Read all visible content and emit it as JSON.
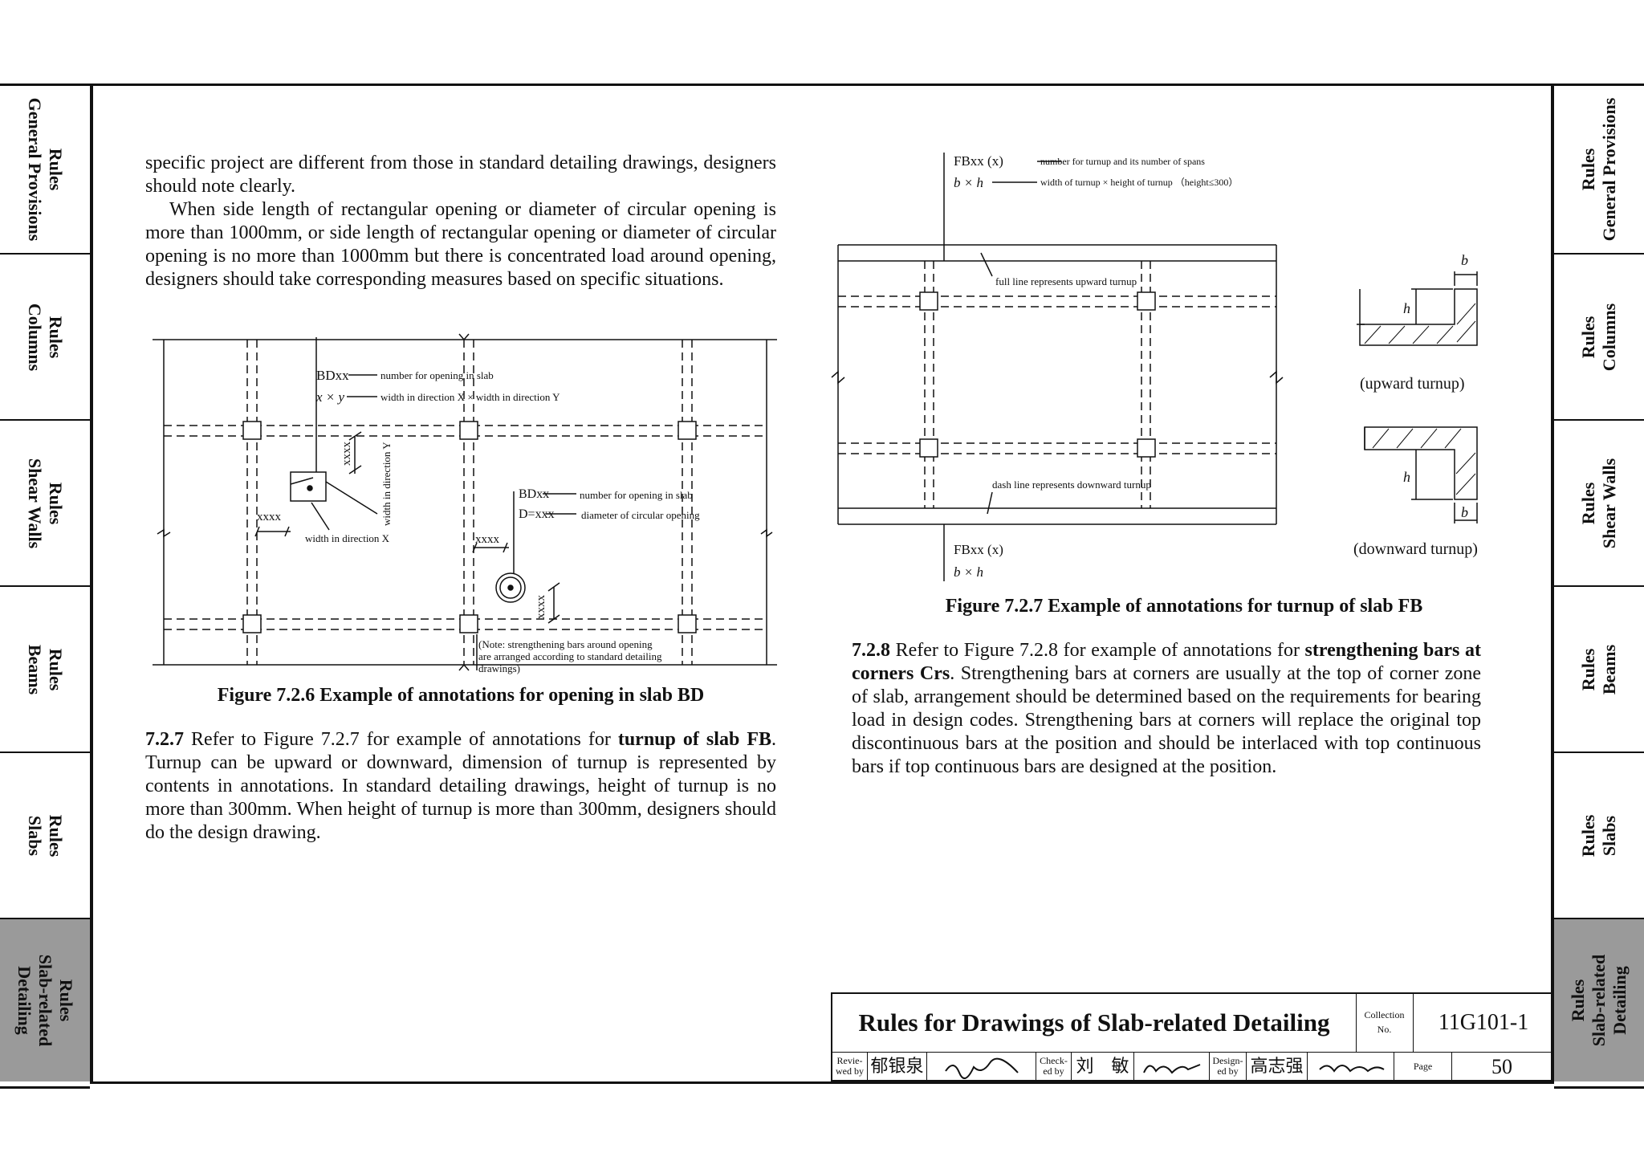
{
  "side_tabs": [
    {
      "label": "Rules\nGeneral Provisions"
    },
    {
      "label": "Rules\nColumns"
    },
    {
      "label": "Rules\nShear Walls"
    },
    {
      "label": "Rules\nBeams"
    },
    {
      "label": "Rules\nSlabs"
    },
    {
      "label": "Rules\nSlab-related\nDetailing"
    }
  ],
  "left_column": {
    "para1": "specific project are different from those in standard detailing drawings, designers should note clearly.",
    "para2": "When side length of rectangular opening or diameter of circular opening is more than 1000mm, or side length of rectangular opening or diameter of circular opening is no more than 1000mm but there is concentrated load around opening, designers should take corresponding measures based on specific situations.",
    "figure_caption": "Figure 7.2.6 Example of annotations for opening in slab BD",
    "para3_num": "7.2.7",
    "para3_a": " Refer to Figure 7.2.7 for example of annotations for ",
    "para3_bold": "turnup of slab FB",
    "para3_b": ". Turnup can be upward or downward, dimension of turnup is represented by contents in annotations. In standard detailing drawings, height of turnup is no more than 300mm. When height of turnup is more than 300mm, designers should do the design drawing."
  },
  "fig726": {
    "bd1_code": "BDxx",
    "bd1_code_desc": "number for opening in slab",
    "bd1_size": "x × y",
    "bd1_size_desc": "width in direction X × width in direction Y",
    "width_y": "width in direction Y",
    "width_x": "width in direction X",
    "dim": "xxxx",
    "bd2_code": "BDxx",
    "bd2_code_desc": "number for opening in slab",
    "bd2_dia": "D=xxx",
    "bd2_dia_desc": "diameter of circular opening",
    "note1": "(Note: strengthening bars around opening",
    "note2": "are arranged according to standard detailing",
    "note3": "drawings)"
  },
  "right_column": {
    "figure_caption": "Figure 7.2.7 Example of annotations for turnup of slab FB",
    "para_num": "7.2.8",
    "para_a": " Refer to Figure 7.2.8 for example of annotations for ",
    "para_bold": "strengthening bars at corners Crs",
    "para_b": ". Strengthening bars at corners are usually at the top of corner zone of slab, arrangement should be determined based on the requirements for bearing load in design codes. Strengthening bars at corners will replace the original top discontinuous bars at the position and should be interlaced with top continuous bars if top continuous bars are designed at the position."
  },
  "fig727": {
    "fb_code": "FBxx (x)",
    "fb_code_desc": "number for turnup and its number of spans",
    "fb_size": "b × h",
    "fb_size_desc": "width of turnup × height of turnup （height≤300）",
    "full_line": "full line represents upward turnup",
    "dash_line": "dash line represents downward turnup",
    "fb_code2": "FBxx (x)",
    "fb_size2": "b × h",
    "b": "b",
    "h": "h",
    "upward": "(upward turnup)",
    "downward": "(downward turnup)"
  },
  "title_block": {
    "title": "Rules for Drawings of Slab-related Detailing",
    "collection_label": "Collection\nNo.",
    "collection_no": "11G101-1",
    "reviewed_label": "Revie-\nwed by",
    "reviewed_name": "郁银泉",
    "reviewed_sig": "郁银泉",
    "checked_label": "Check-\ned by",
    "checked_name": "刘　敏",
    "checked_sig": "刘敏",
    "designed_label": "Design-\ned by",
    "designed_name": "高志强",
    "designed_sig": "高志强",
    "page_label": "Page",
    "page_no": "50"
  }
}
